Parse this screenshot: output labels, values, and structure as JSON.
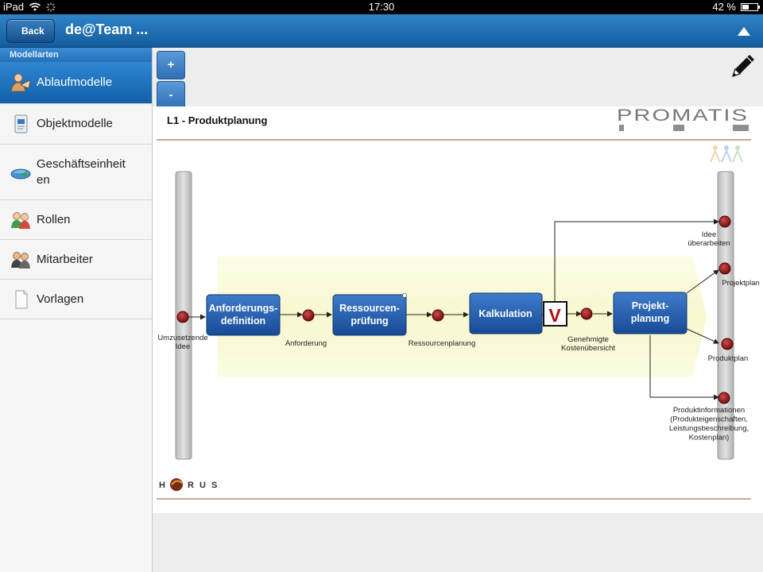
{
  "status_bar": {
    "device": "iPad",
    "time": "17:30",
    "battery": "42 %",
    "battery_fraction": 0.42
  },
  "navbar": {
    "back_label": "Back",
    "title": "de@Team ..."
  },
  "sidebar": {
    "header": "Modellarten",
    "items": [
      {
        "label": "Ablaufmodelle",
        "icon": "process-model-icon",
        "active": true
      },
      {
        "label": "Objektmodelle",
        "icon": "object-model-icon",
        "active": false
      },
      {
        "label": "Geschäftseinheiten",
        "line1": "Geschäftseinheit",
        "line2": "en",
        "icon": "business-unit-icon",
        "active": false
      },
      {
        "label": "Rollen",
        "icon": "roles-icon",
        "active": false
      },
      {
        "label": "Mitarbeiter",
        "icon": "employees-icon",
        "active": false
      },
      {
        "label": "Vorlagen",
        "icon": "templates-icon",
        "active": false
      }
    ]
  },
  "toolbar": {
    "zoom_in": "+",
    "zoom_out": "-",
    "edit_icon": "pencil-icon"
  },
  "diagram": {
    "title": "L1 - Produktplanung",
    "logo_text": "PROMATIS",
    "footer_logo": {
      "h": "H",
      "rest": "R U S"
    },
    "activities": [
      "Anforderungs-\ndefinition",
      "Ressourcen-\nprüfung",
      "Kalkulation",
      "Projekt-\nplanung"
    ],
    "decision_symbol": "V",
    "events": {
      "start": "Umzusetzende\nIdee",
      "e1": "Anforderung",
      "e2": "Ressourcenplanung",
      "e3": "Genehmigte\nKostenübersicht",
      "out1": "Idee\nüberarbeiten",
      "out2": "Projektplan",
      "out3": "Produktplan",
      "out4": "Produktinformationen\n(Produkteigenschaften,\nLeistungsbeschreibung,\nKostenplan)"
    },
    "colors": {
      "activity": "#1f5aa6",
      "event": "#a01818",
      "rule": "#c9a79a"
    }
  }
}
